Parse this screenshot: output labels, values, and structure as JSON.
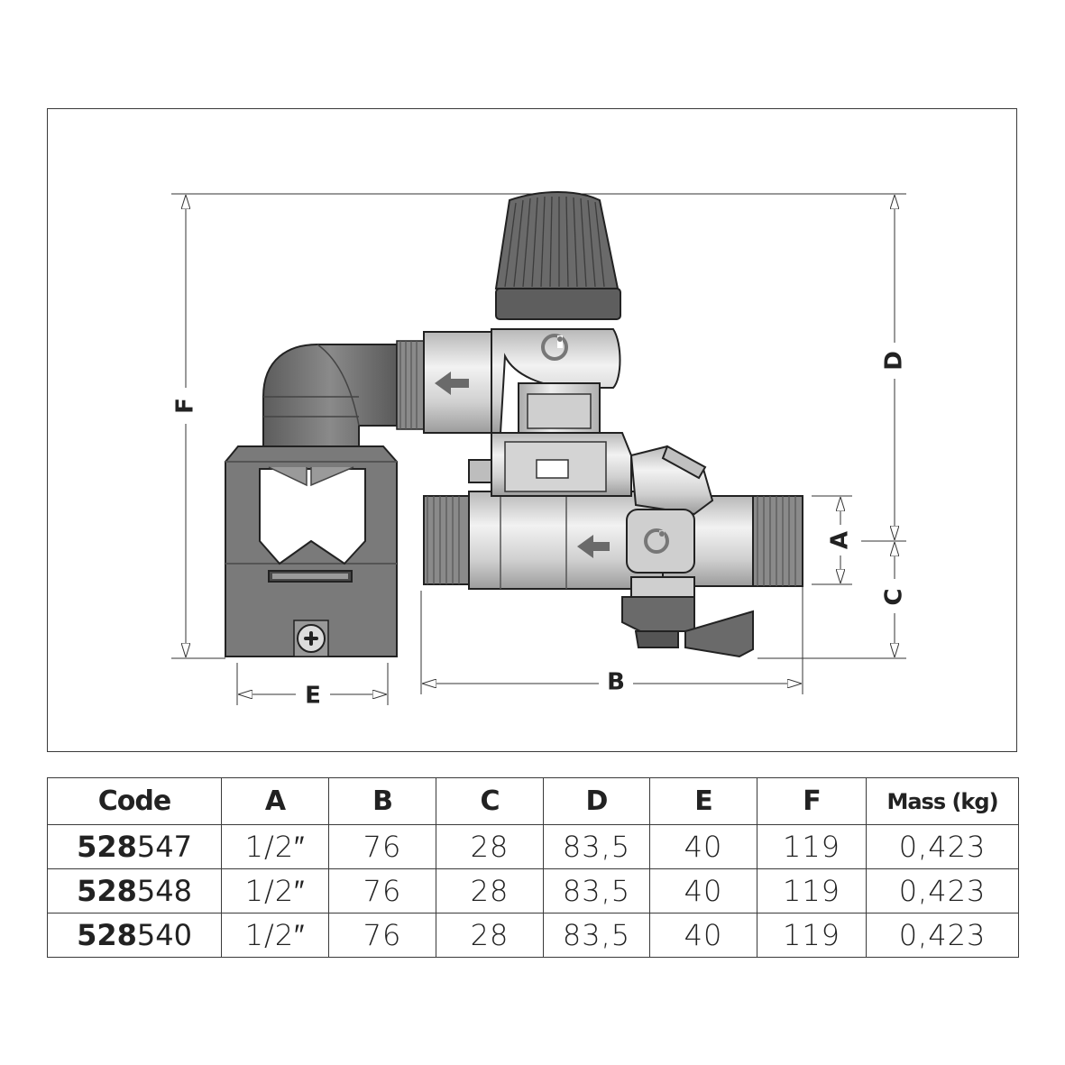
{
  "dimension_labels": {
    "A": "A",
    "B": "B",
    "C": "C",
    "D": "D",
    "E": "E",
    "F": "F"
  },
  "table": {
    "headers": [
      "Code",
      "A",
      "B",
      "C",
      "D",
      "E",
      "F",
      "Mass (kg)"
    ],
    "rows": [
      {
        "code_prefix": "528",
        "code_suffix": "547",
        "A": "1/2″",
        "B": "76",
        "C": "28",
        "D": "83,5",
        "E": "40",
        "F": "119",
        "mass": "0,423"
      },
      {
        "code_prefix": "528",
        "code_suffix": "548",
        "A": "1/2″",
        "B": "76",
        "C": "28",
        "D": "83,5",
        "E": "40",
        "F": "119",
        "mass": "0,423"
      },
      {
        "code_prefix": "528",
        "code_suffix": "540",
        "A": "1/2″",
        "B": "76",
        "C": "28",
        "D": "83,5",
        "E": "40",
        "F": "119",
        "mass": "0,423"
      }
    ]
  },
  "colors": {
    "dark_grey": "#6f6f6f",
    "mid_grey": "#8a8a8a",
    "light_metal": "#d8d8d8",
    "outline": "#222222"
  }
}
